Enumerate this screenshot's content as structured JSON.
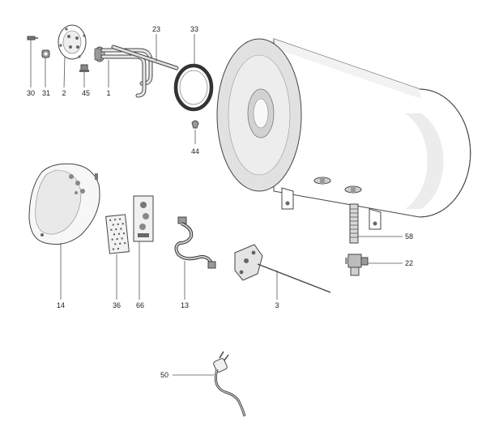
{
  "diagram": {
    "parts": [
      {
        "id": "30",
        "label": "30"
      },
      {
        "id": "31",
        "label": "31"
      },
      {
        "id": "2",
        "label": "2"
      },
      {
        "id": "45",
        "label": "45"
      },
      {
        "id": "1",
        "label": "1"
      },
      {
        "id": "23",
        "label": "23"
      },
      {
        "id": "33",
        "label": "33"
      },
      {
        "id": "44",
        "label": "44"
      },
      {
        "id": "58",
        "label": "58"
      },
      {
        "id": "22",
        "label": "22"
      },
      {
        "id": "14",
        "label": "14"
      },
      {
        "id": "36",
        "label": "36"
      },
      {
        "id": "66",
        "label": "66"
      },
      {
        "id": "13",
        "label": "13"
      },
      {
        "id": "3",
        "label": "3"
      },
      {
        "id": "50",
        "label": "50"
      }
    ]
  }
}
